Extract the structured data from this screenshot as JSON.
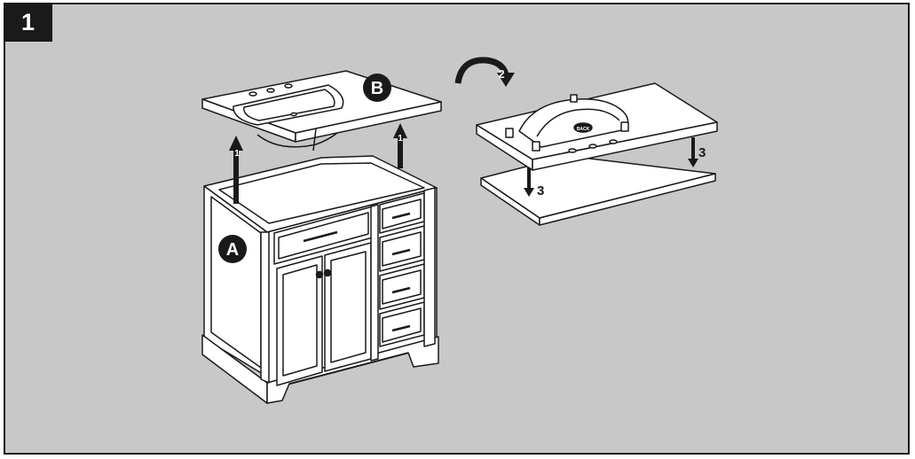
{
  "step": {
    "number": "1"
  },
  "parts": {
    "cabinet": "A",
    "top": "B"
  },
  "steps": {
    "lift": "1",
    "flip": "2",
    "lower": "3"
  },
  "sink_marking": "BACK",
  "colors": {
    "panel": "#c8c8c8",
    "line": "#1a1a1a",
    "fill": "#ffffff"
  }
}
